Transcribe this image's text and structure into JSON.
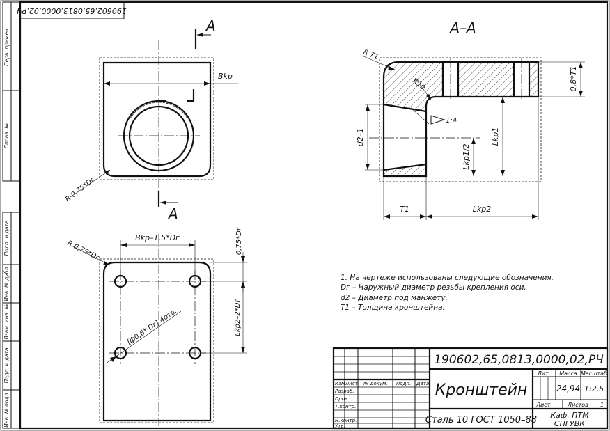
{
  "stamp_top": "190602,65,0813,0000,02,РЧ",
  "left_strip": {
    "perv_primen": "Перв. примен",
    "sprav_no": "Справ. №",
    "podp_data_1": "Подп. и дата",
    "inv_dubl": "Инв. № дубл.",
    "vzam_inv": "Взам. инв. №",
    "podp_data_2": "Подп. и дата",
    "inv_podl": "Инв. № подл."
  },
  "section": {
    "cut_letter": "А",
    "title": "А–А"
  },
  "dims": {
    "bkp": "Bkp",
    "r_top": "R 0,75*Dг",
    "bkp_minus": "Bkp–1,5*Dг",
    "r_bottom": "R 0,75*Dг",
    "h_075": "0,75*Dг",
    "lkp2_2": "Lkp2–2*Dг",
    "holes": "[ф0,6* Dг] 4отв.",
    "rt1": "R T1",
    "r10": "R10",
    "d21": "d2–1",
    "slope": "1:4",
    "lkp1_half": "Lkp1/2",
    "lkp1": "Lkp1",
    "t1_08": "0,8*T1",
    "t1": "T1",
    "lkp2": "Lkp2"
  },
  "notes": [
    "1. На чертеже использованы следующие обозначения.",
    "Dг – Наружный диаметр резьбы крепления оси.",
    "d2 – Диаметр под манжету.",
    "T1 – Толщина кронштейна."
  ],
  "title_block": {
    "designation": "190602,65,0813,0000,02,РЧ",
    "name": "Кронштейн",
    "material": "Сталь 10  ГОСТ 1050–88",
    "org_line1": "Каф. ПТМ",
    "org_line2": "СПГУВК",
    "col_izm": "Изм",
    "col_list": "Лист",
    "col_ndoc": "№ докум.",
    "col_podp": "Подп.",
    "col_data": "Дата",
    "row_razrab": "Разраб.",
    "row_prov": "Пров.",
    "row_tkontr": "Т.контр.",
    "row_nkontr": "Н.контр.",
    "row_utv": "Утв.",
    "lit_label": "Лит.",
    "massa_label": "Масса",
    "masshtab_label": "Масштаб",
    "massa_value": "24,94",
    "masshtab_value": "1:2,5",
    "list_label": "Лист",
    "listov_label": "Листов",
    "listov_value": "1"
  }
}
